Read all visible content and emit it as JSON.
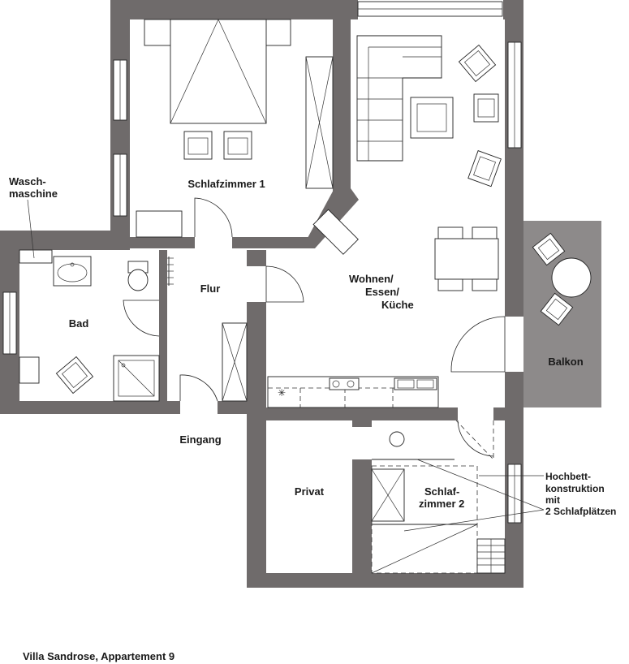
{
  "rooms": {
    "schlafzimmer1": "Schlafzimmer 1",
    "wohnen_line1": "Wohnen/",
    "wohnen_line2": "Essen/",
    "wohnen_line3": "Küche",
    "flur": "Flur",
    "bad": "Bad",
    "balkon": "Balkon",
    "eingang": "Eingang",
    "privat": "Privat",
    "schlafzimmer2_line1": "Schlaf-",
    "schlafzimmer2_line2": "zimmer 2"
  },
  "annotations": {
    "waschmaschine_line1": "Wasch-",
    "waschmaschine_line2": "maschine",
    "hochbett_line1": "Hochbett-",
    "hochbett_line2": "konstruktion",
    "hochbett_line3": "mit",
    "hochbett_line4": "2 Schlafplätzen"
  },
  "caption": "Villa Sandrose, Appartement 9",
  "colors": {
    "wall": "#6f6b6b",
    "balcony": "#8d8a8a",
    "line": "#222222"
  }
}
